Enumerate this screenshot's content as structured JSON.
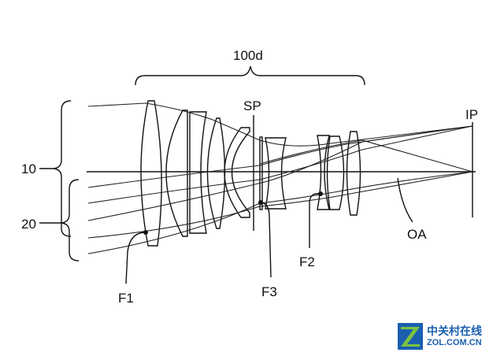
{
  "labels": {
    "group": "100d",
    "stop": "SP",
    "image_plane": "IP",
    "unit_10": "10",
    "unit_20": "20",
    "optical_axis": "OA",
    "f1": "F1",
    "f2": "F2",
    "f3": "F3"
  },
  "watermark": {
    "chinese": "中关村在线",
    "domain": "ZOL.COM.CN"
  },
  "colors": {
    "line": "#111111",
    "watermark_blue": "#1b5fb0",
    "watermark_green": "#7cc242"
  }
}
